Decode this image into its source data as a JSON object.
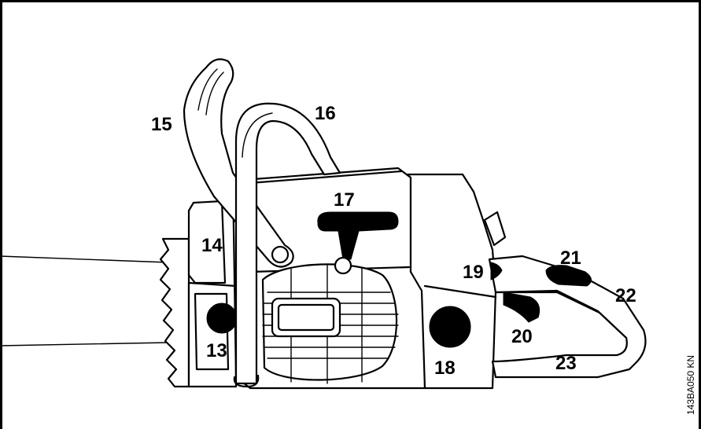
{
  "figure_ref": "143BA050 KN",
  "callouts": [
    {
      "id": "13",
      "label": "13"
    },
    {
      "id": "14",
      "label": "14"
    },
    {
      "id": "15",
      "label": "15"
    },
    {
      "id": "16",
      "label": "16"
    },
    {
      "id": "17",
      "label": "17"
    },
    {
      "id": "18",
      "label": "18"
    },
    {
      "id": "19",
      "label": "19"
    },
    {
      "id": "20",
      "label": "20"
    },
    {
      "id": "21",
      "label": "21"
    },
    {
      "id": "22",
      "label": "22"
    },
    {
      "id": "23",
      "label": "23"
    }
  ]
}
